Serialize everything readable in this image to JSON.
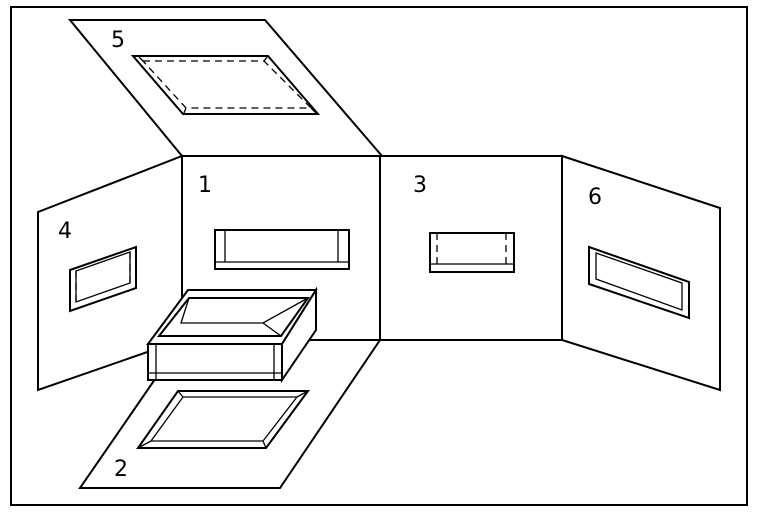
{
  "diagram": {
    "panels": [
      {
        "id": "1",
        "label": "1"
      },
      {
        "id": "2",
        "label": "2"
      },
      {
        "id": "3",
        "label": "3"
      },
      {
        "id": "4",
        "label": "4"
      },
      {
        "id": "5",
        "label": "5"
      },
      {
        "id": "6",
        "label": "6"
      }
    ]
  }
}
